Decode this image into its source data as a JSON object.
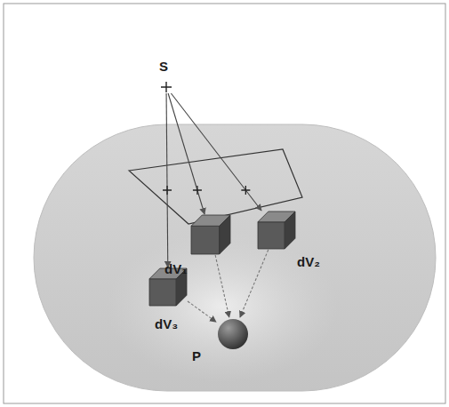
{
  "diagram": {
    "nodes": [
      {
        "text": [
          "S"
        ]
      },
      {
        "text": [
          "dV₁"
        ]
      },
      {
        "text": [
          "dV₂"
        ]
      },
      {
        "text": [
          "dV₃"
        ]
      },
      {
        "text": [
          "P"
        ]
      }
    ],
    "edges": [
      {
        "from": 0,
        "to": 1,
        "arrow": "to"
      },
      {
        "from": 0,
        "to": 2,
        "arrow": "to"
      },
      {
        "from": 0,
        "to": 3,
        "arrow": "to"
      },
      {
        "from": 1,
        "to": 4,
        "arrow": "to"
      },
      {
        "from": 2,
        "to": 4,
        "arrow": "to"
      },
      {
        "from": 3,
        "to": 4,
        "arrow": "to"
      }
    ]
  }
}
